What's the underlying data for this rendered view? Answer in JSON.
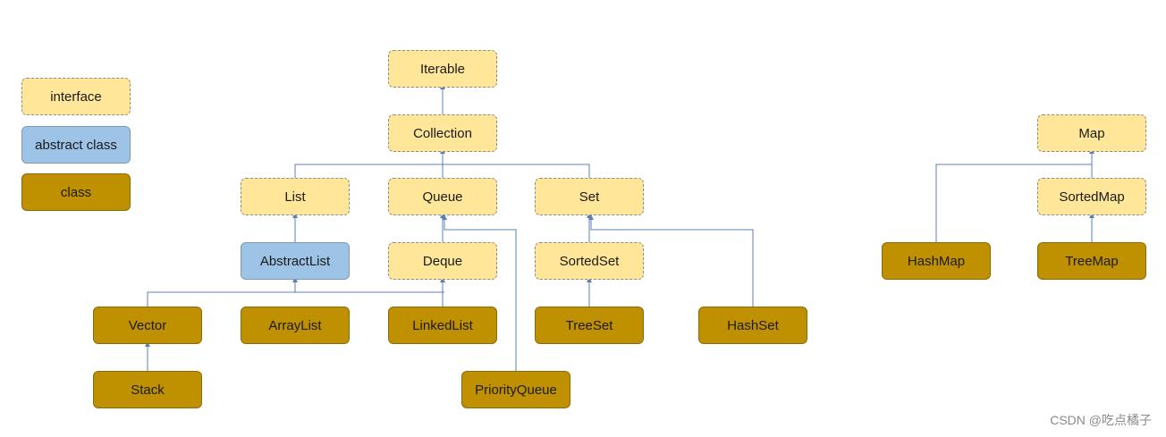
{
  "legend": {
    "interface": "interface",
    "abstract_class": "abstract class",
    "class": "class"
  },
  "nodes": {
    "iterable": "Iterable",
    "collection": "Collection",
    "list": "List",
    "queue": "Queue",
    "set": "Set",
    "abstractlist": "AbstractList",
    "deque": "Deque",
    "sortedset": "SortedSet",
    "vector": "Vector",
    "arraylist": "ArrayList",
    "linkedlist": "LinkedList",
    "treeset": "TreeSet",
    "hashset": "HashSet",
    "stack": "Stack",
    "priorityqueue": "PriorityQueue",
    "map": "Map",
    "sortedmap": "SortedMap",
    "hashmap": "HashMap",
    "treemap": "TreeMap"
  },
  "colors": {
    "interface": "#ffe699",
    "abstract_class": "#9dc3e6",
    "class": "#bf9000",
    "connector": "#5b7fb4"
  },
  "watermark": "CSDN @吃点橘子"
}
